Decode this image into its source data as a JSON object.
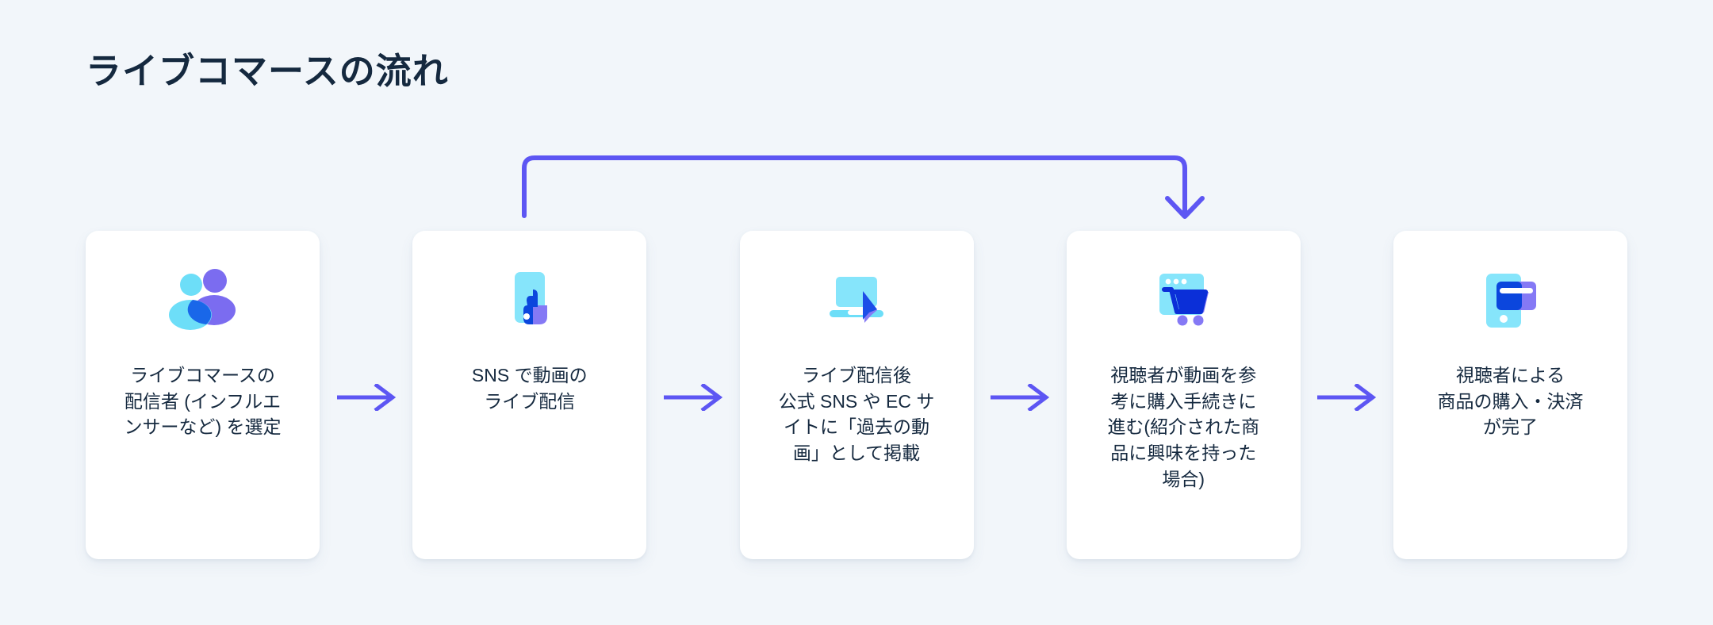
{
  "page": {
    "title": "ライブコマースの流れ",
    "background_color": "#f2f6fa",
    "text_color": "#15293f",
    "accent_color": "#5d56f3"
  },
  "palette": {
    "arrow_purple": "#5d56f3",
    "icon_cyan": "#6ddef8",
    "icon_cyan_light": "#86e5fb",
    "icon_blue": "#0b46dd",
    "icon_blue_deep": "#1560e8",
    "icon_purple": "#7b6cf0",
    "icon_purple_light": "#8579f5"
  },
  "flow": {
    "steps": [
      {
        "index": 1,
        "icon": "people-icon",
        "label": "ライブコマースの\n配信者 (インフルエ\nンサーなど) を選定"
      },
      {
        "index": 2,
        "icon": "phone-tap-icon",
        "label": "SNS で動画の\nライブ配信"
      },
      {
        "index": 3,
        "icon": "laptop-cursor-icon",
        "label": "ライブ配信後\n公式 SNS や EC サ\nイトに「過去の動\n画」として掲載"
      },
      {
        "index": 4,
        "icon": "browser-cart-icon",
        "label": "視聴者が動画を参\n考に購入手続きに\n進む(紹介された商\n品に興味を持った\n場合)"
      },
      {
        "index": 5,
        "icon": "phone-card-icon",
        "label": "視聴者による\n商品の購入・決済\nが完了"
      }
    ],
    "connectors": [
      {
        "from": 1,
        "to": 2,
        "icon": "arrow-right-icon"
      },
      {
        "from": 2,
        "to": 3,
        "icon": "arrow-right-icon"
      },
      {
        "from": 3,
        "to": 4,
        "icon": "arrow-right-icon"
      },
      {
        "from": 4,
        "to": 5,
        "icon": "arrow-right-icon"
      }
    ],
    "loopback": {
      "icon": "loopback-arrow-icon",
      "from_step": 2,
      "to_step": 4
    }
  }
}
